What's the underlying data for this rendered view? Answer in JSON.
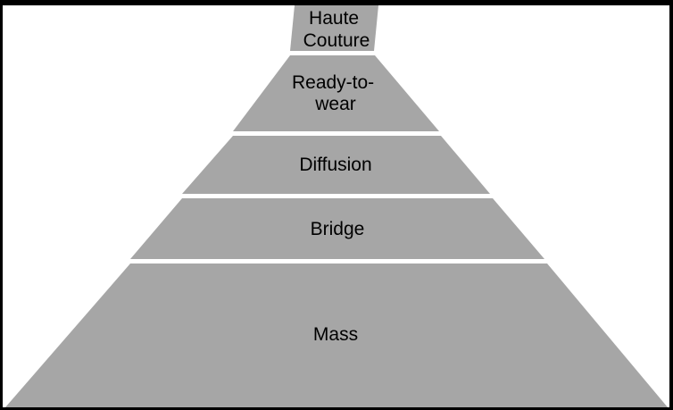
{
  "diagram": {
    "tier_color": "#a6a6a6",
    "border_color": "#000000",
    "tiers": [
      {
        "label_lines": [
          "Haute",
          "Couture"
        ]
      },
      {
        "label_lines": [
          "Ready-to-",
          "wear"
        ]
      },
      {
        "label_lines": [
          "Diffusion"
        ]
      },
      {
        "label_lines": [
          "Bridge"
        ]
      },
      {
        "label_lines": [
          "Mass"
        ]
      }
    ]
  }
}
